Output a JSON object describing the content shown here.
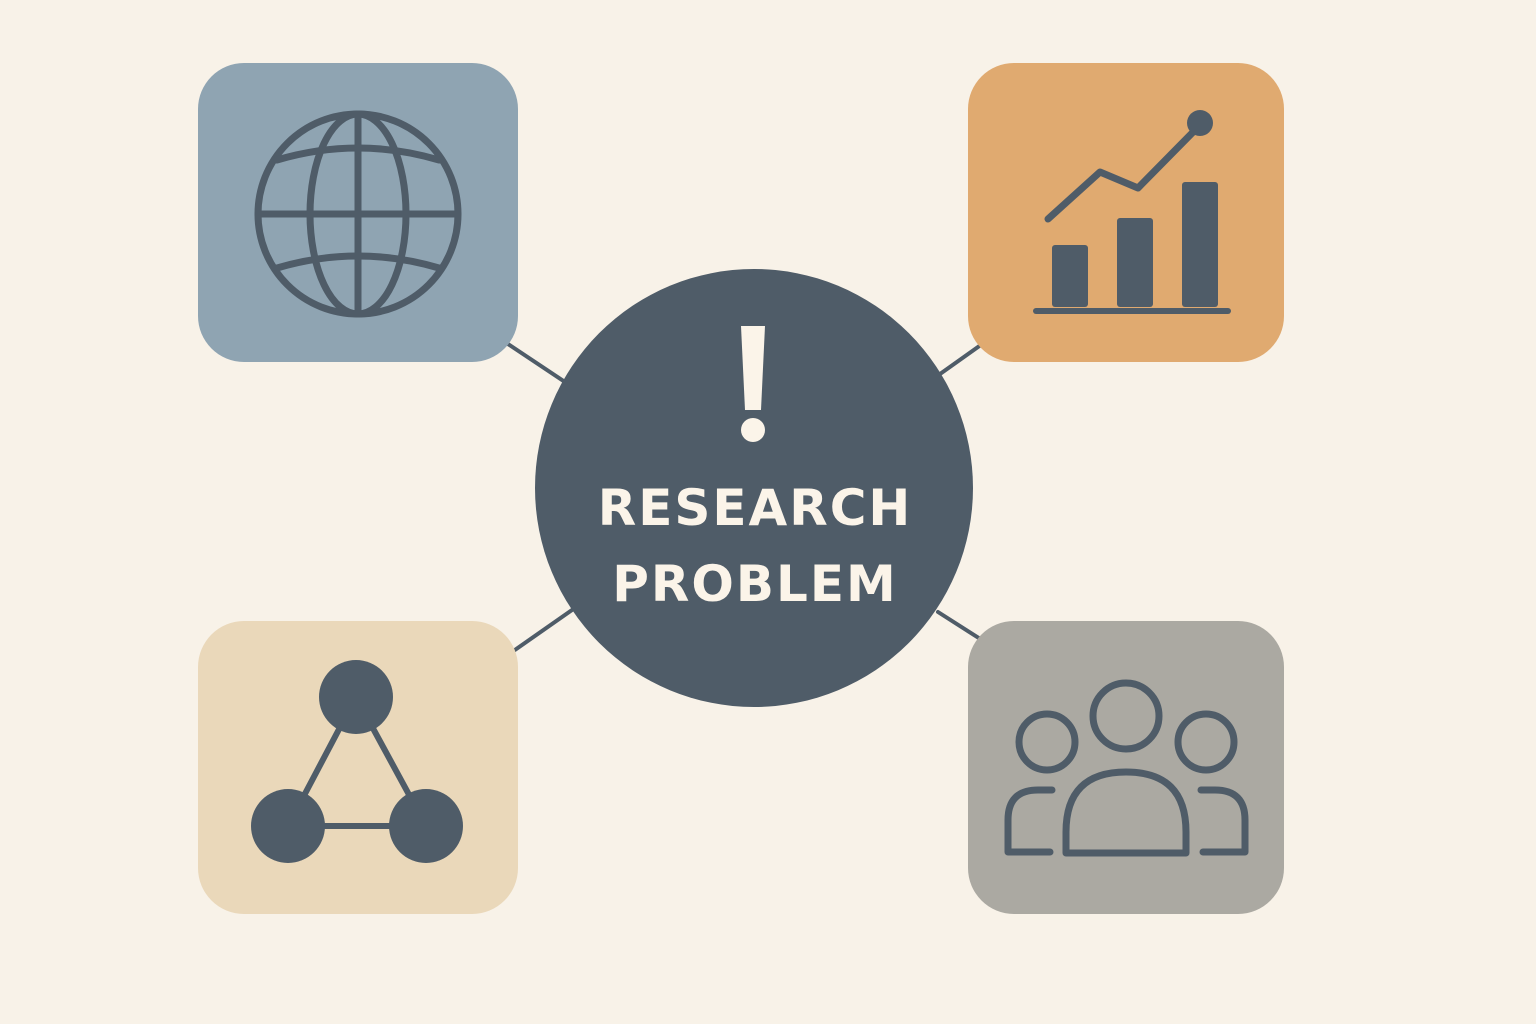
{
  "colors": {
    "background": "#f8f2e8",
    "center_fill": "#4f5c68",
    "icon_stroke": "#4f5c68",
    "center_text": "#fbf4e9",
    "connector": "#4f5c68",
    "tile_globe": "#8fa4b2",
    "tile_growth": "#e0aa70",
    "tile_network": "#ead8ba",
    "tile_people": "#aba9a2"
  },
  "center": {
    "icon": "exclamation-icon",
    "title_line1": "RESEARCH",
    "title_line2": "PROBLEM"
  },
  "nodes": [
    {
      "id": "globe",
      "icon": "globe-icon",
      "position": "top-left"
    },
    {
      "id": "growth",
      "icon": "bar-chart-trend-icon",
      "position": "top-right"
    },
    {
      "id": "network",
      "icon": "network-nodes-icon",
      "position": "bottom-left"
    },
    {
      "id": "people",
      "icon": "people-group-icon",
      "position": "bottom-right"
    }
  ]
}
